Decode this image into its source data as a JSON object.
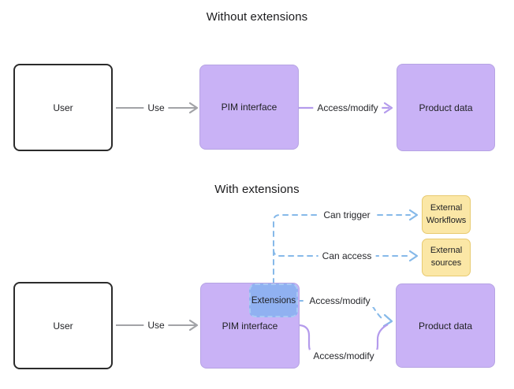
{
  "titles": {
    "without": "Without extensions",
    "with": "With extensions"
  },
  "colors": {
    "node_purple_fill": "#C9B2F6",
    "node_purple_border": "#B6A4E3",
    "node_blue_fill": "#90B1F1",
    "node_blue_dash_border": "#A9C9F4",
    "node_yellow_fill": "#FBE7A6",
    "node_yellow_border": "#E8CA70",
    "user_border": "#2B2B2B",
    "edge_gray": "#A2A3A7",
    "edge_purple": "#B49BEC",
    "edge_blue_dashed": "#86B9E9",
    "text": "#1D1D1F"
  },
  "top_section": {
    "nodes": {
      "user": "User",
      "pim": "PIM interface",
      "product": "Product data"
    },
    "edges": {
      "use": "Use",
      "access_modify": "Access/modify"
    }
  },
  "bottom_section": {
    "nodes": {
      "user": "User",
      "pim": "PIM interface",
      "extensions": "Extensions",
      "product": "Product data",
      "external_workflows": "External Workflows",
      "external_sources": "External sources"
    },
    "edges": {
      "use": "Use",
      "can_trigger": "Can trigger",
      "can_access": "Can access",
      "access_modify_ext": "Access/modify",
      "access_modify_pim": "Access/modify"
    }
  }
}
